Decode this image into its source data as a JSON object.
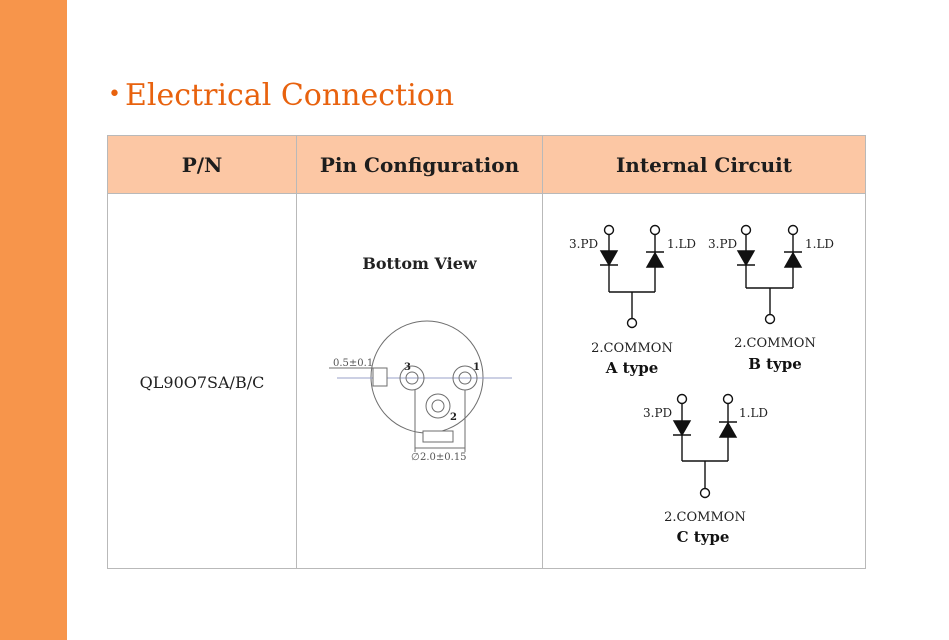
{
  "heading": {
    "bullet": "•",
    "title": "Electrical Connection"
  },
  "table": {
    "headers": {
      "pn": "P/N",
      "pin_config": "Pin Configuration",
      "internal_circuit": "Internal Circuit"
    },
    "part_number": "QL90O7SA/B/C",
    "bottom_view_label": "Bottom View",
    "drawing": {
      "dim_offset": "0.5±0.1",
      "dim_diameter": "2.0±0.15",
      "diameter_symbol": "∅",
      "pin1": "1",
      "pin2": "2",
      "pin3": "3"
    },
    "circuits": [
      {
        "type_label": "A type",
        "pd": "3.PD",
        "ld": "1.LD",
        "common": "2.COMMON"
      },
      {
        "type_label": "B type",
        "pd": "3.PD",
        "ld": "1.LD",
        "common": "2.COMMON"
      },
      {
        "type_label": "C type",
        "pd": "3.PD",
        "ld": "1.LD",
        "common": "2.COMMON"
      }
    ]
  },
  "colors": {
    "side_bar": "#f7954b",
    "accent": "#e8620e",
    "header_fill": "#fcc7a4"
  }
}
